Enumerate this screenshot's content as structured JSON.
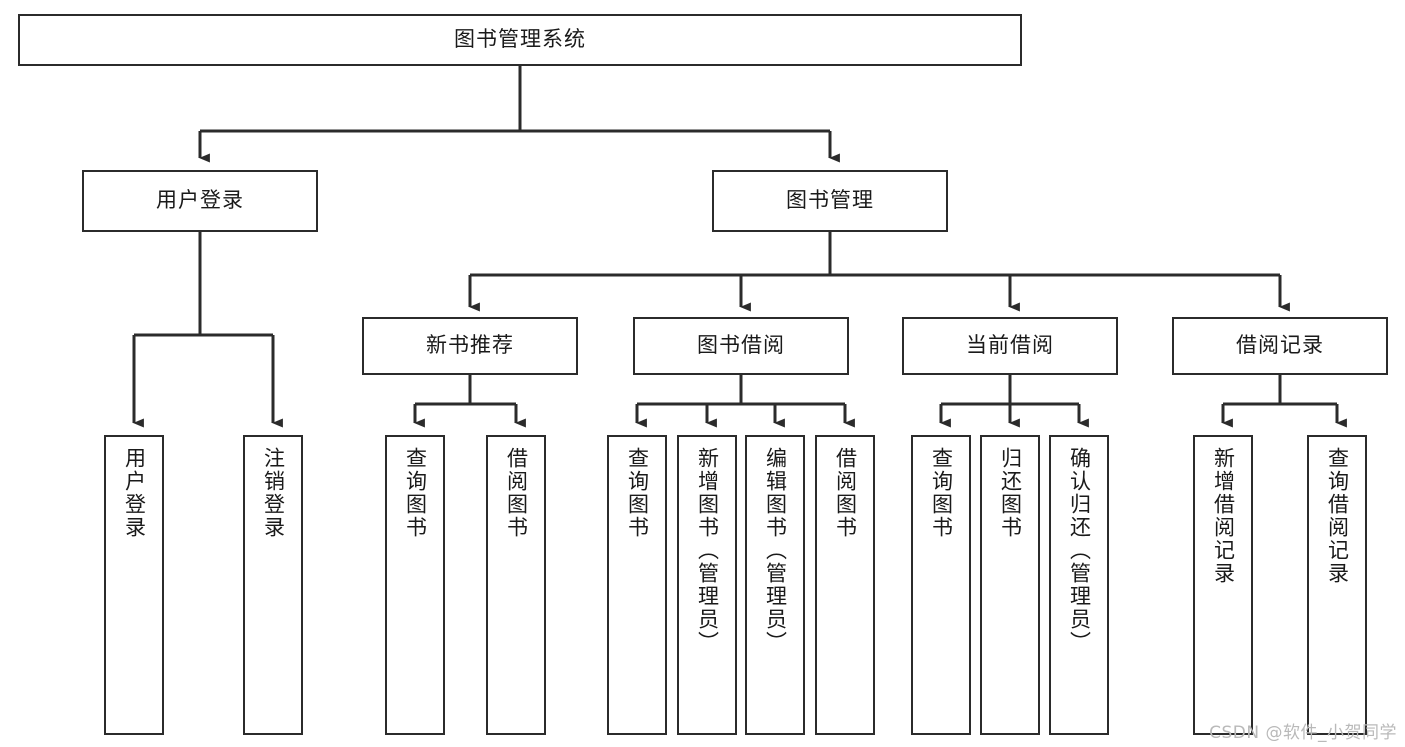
{
  "diagram": {
    "type": "tree",
    "title": "图书管理系统",
    "orientation": "top-down",
    "background_color": "#ffffff",
    "line_color": "#2b2b2b",
    "box_border_color": "#2b2b2b",
    "text_color": "#1a1a1a",
    "nodes": {
      "root": {
        "label": "图书管理系统"
      },
      "level2": [
        {
          "id": "user-login",
          "label": "用户登录"
        },
        {
          "id": "book-manage",
          "label": "图书管理"
        }
      ],
      "level3": [
        {
          "id": "new-book-recommend",
          "label": "新书推荐"
        },
        {
          "id": "book-borrow",
          "label": "图书借阅"
        },
        {
          "id": "current-borrow",
          "label": "当前借阅"
        },
        {
          "id": "borrow-record",
          "label": "借阅记录"
        }
      ],
      "leaves": {
        "user_login": [
          {
            "id": "leaf-user-login",
            "label": "用户登录"
          },
          {
            "id": "leaf-logout-login",
            "label": "注销登录"
          }
        ],
        "new_book_recommend": [
          {
            "id": "leaf-query-book-1",
            "label": "查询图书"
          },
          {
            "id": "leaf-borrow-book-1",
            "label": "借阅图书"
          }
        ],
        "book_borrow": [
          {
            "id": "leaf-query-book-2",
            "label": "查询图书"
          },
          {
            "id": "leaf-add-book",
            "label": "新增图书（管理员）"
          },
          {
            "id": "leaf-edit-book",
            "label": "编辑图书（管理员）"
          },
          {
            "id": "leaf-borrow-book-2",
            "label": "借阅图书"
          }
        ],
        "current_borrow": [
          {
            "id": "leaf-query-book-3",
            "label": "查询图书"
          },
          {
            "id": "leaf-return-book",
            "label": "归还图书"
          },
          {
            "id": "leaf-confirm-return",
            "label": "确认归还（管理员）"
          }
        ],
        "borrow_record": [
          {
            "id": "leaf-add-record",
            "label": "新增借阅记录"
          },
          {
            "id": "leaf-query-record",
            "label": "查询借阅记录"
          }
        ]
      }
    }
  },
  "watermark": {
    "text": "CSDN @软件_小贺同学"
  }
}
